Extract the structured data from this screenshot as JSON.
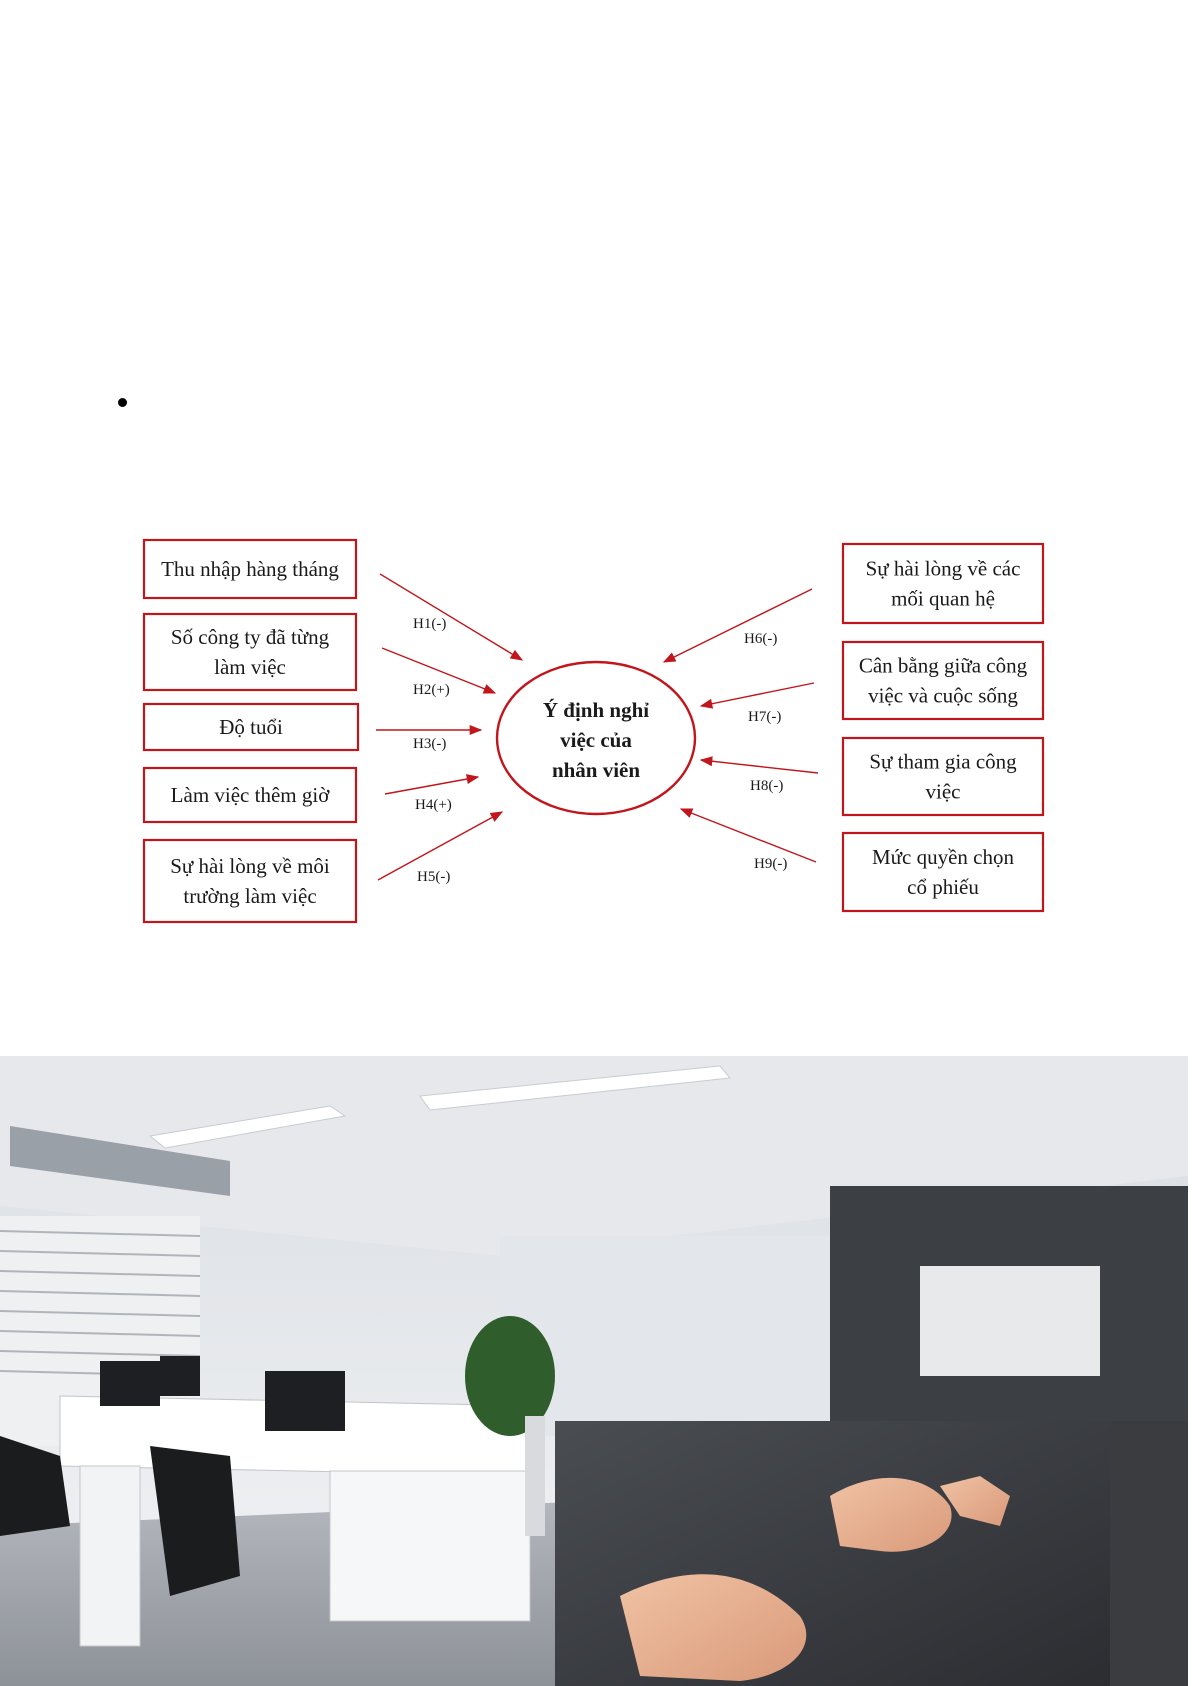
{
  "colors": {
    "accent": "#c0161c",
    "text": "#1a1a1a"
  },
  "diagram": {
    "center": [
      "Ý định nghỉ",
      "việc của",
      "nhân viên"
    ],
    "left_boxes": [
      {
        "id": "thu-nhap",
        "lines": [
          "Thu nhập hàng tháng"
        ],
        "label": "H1(-)"
      },
      {
        "id": "so-cong-ty",
        "lines": [
          "Số công ty đã từng",
          "làm việc"
        ],
        "label": "H2(+)"
      },
      {
        "id": "do-tuoi",
        "lines": [
          "Độ tuổi"
        ],
        "label": "H3(-)"
      },
      {
        "id": "lam-them-gio",
        "lines": [
          "Làm việc thêm giờ"
        ],
        "label": "H4(+)"
      },
      {
        "id": "moi-truong",
        "lines": [
          "Sự hài lòng về môi",
          "trường làm việc"
        ],
        "label": "H5(-)"
      }
    ],
    "right_boxes": [
      {
        "id": "quan-he",
        "lines": [
          "Sự hài lòng về các",
          "mối quan hệ"
        ],
        "label": "H6(-)"
      },
      {
        "id": "can-bang",
        "lines": [
          "Cân bằng giữa công",
          "việc và cuộc sống"
        ],
        "label": "H7(-)"
      },
      {
        "id": "tham-gia",
        "lines": [
          "Sự tham gia công",
          "việc"
        ],
        "label": "H8(-)"
      },
      {
        "id": "co-phieu",
        "lines": [
          "Mức quyền chọn",
          "cổ phiếu"
        ],
        "label": "H9(-)"
      }
    ]
  },
  "photo": {
    "icon": "office-handshake-photo"
  }
}
